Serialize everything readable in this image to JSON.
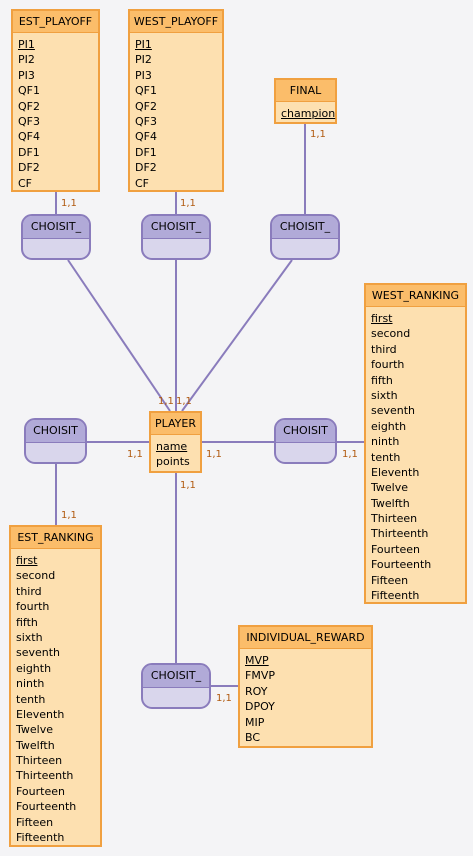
{
  "entities": {
    "est_playoff": {
      "title": "EST_PLAYOFF",
      "attributes": [
        {
          "name": "PI1",
          "key": true
        },
        {
          "name": "PI2"
        },
        {
          "name": "PI3"
        },
        {
          "name": "QF1"
        },
        {
          "name": "QF2"
        },
        {
          "name": "QF3"
        },
        {
          "name": "QF4"
        },
        {
          "name": "DF1"
        },
        {
          "name": "DF2"
        },
        {
          "name": "CF"
        }
      ]
    },
    "west_playoff": {
      "title": "WEST_PLAYOFF",
      "attributes": [
        {
          "name": "PI1",
          "key": true
        },
        {
          "name": "PI2"
        },
        {
          "name": "PI3"
        },
        {
          "name": "QF1"
        },
        {
          "name": "QF2"
        },
        {
          "name": "QF3"
        },
        {
          "name": "QF4"
        },
        {
          "name": "DF1"
        },
        {
          "name": "DF2"
        },
        {
          "name": "CF"
        }
      ]
    },
    "final": {
      "title": "FINAL",
      "attributes": [
        {
          "name": "champion",
          "key": true
        }
      ]
    },
    "west_ranking": {
      "title": "WEST_RANKING",
      "attributes": [
        {
          "name": "first",
          "key": true
        },
        {
          "name": "second"
        },
        {
          "name": "third"
        },
        {
          "name": "fourth"
        },
        {
          "name": "fifth"
        },
        {
          "name": "sixth"
        },
        {
          "name": "seventh"
        },
        {
          "name": "eighth"
        },
        {
          "name": "ninth"
        },
        {
          "name": "tenth"
        },
        {
          "name": "Eleventh"
        },
        {
          "name": "Twelve"
        },
        {
          "name": "Twelfth"
        },
        {
          "name": "Thirteen"
        },
        {
          "name": "Thirteenth"
        },
        {
          "name": "Fourteen"
        },
        {
          "name": "Fourteenth"
        },
        {
          "name": "Fifteen"
        },
        {
          "name": "Fifteenth"
        }
      ]
    },
    "player": {
      "title": "PLAYER",
      "attributes": [
        {
          "name": "name",
          "key": true
        },
        {
          "name": "points"
        }
      ]
    },
    "est_ranking": {
      "title": "EST_RANKING",
      "attributes": [
        {
          "name": "first",
          "key": true
        },
        {
          "name": "second"
        },
        {
          "name": "third"
        },
        {
          "name": "fourth"
        },
        {
          "name": "fifth"
        },
        {
          "name": "sixth"
        },
        {
          "name": "seventh"
        },
        {
          "name": "eighth"
        },
        {
          "name": "ninth"
        },
        {
          "name": "tenth"
        },
        {
          "name": "Eleventh"
        },
        {
          "name": "Twelve"
        },
        {
          "name": "Twelfth"
        },
        {
          "name": "Thirteen"
        },
        {
          "name": "Thirteenth"
        },
        {
          "name": "Fourteen"
        },
        {
          "name": "Fourteenth"
        },
        {
          "name": "Fifteen"
        },
        {
          "name": "Fifteenth"
        }
      ]
    },
    "individual_reward": {
      "title": "INDIVIDUAL_REWARD",
      "attributes": [
        {
          "name": "MVP",
          "key": true
        },
        {
          "name": "FMVP"
        },
        {
          "name": "ROY"
        },
        {
          "name": "DPOY"
        },
        {
          "name": "MIP"
        },
        {
          "name": "BC"
        }
      ]
    }
  },
  "relations": {
    "rel_est_playoff": "CHOISIT_",
    "rel_west_playoff": "CHOISIT_",
    "rel_final": "CHOISIT_",
    "rel_est_ranking": "CHOISIT",
    "rel_west_ranking": "CHOISIT",
    "rel_reward": "CHOISIT_"
  },
  "cardinalities": {
    "est_playoff": "1,1",
    "west_playoff": "1,1",
    "final": "1,1",
    "player_top": "1,1",
    "player_left": "1,1",
    "player_right": "1,1",
    "player_bottom": "1,1",
    "est_ranking": "1,1",
    "west_ranking": "1,1",
    "reward": "1,1"
  },
  "colors": {
    "entity_fill": "#fde0b0",
    "entity_header": "#fbbd6a",
    "entity_border": "#f0a040",
    "relation_fill": "#d9d6ec",
    "relation_header": "#b1aad8",
    "relation_border": "#8a7cbc",
    "link": "#8a7cbc",
    "cardinality": "#b05a10"
  }
}
